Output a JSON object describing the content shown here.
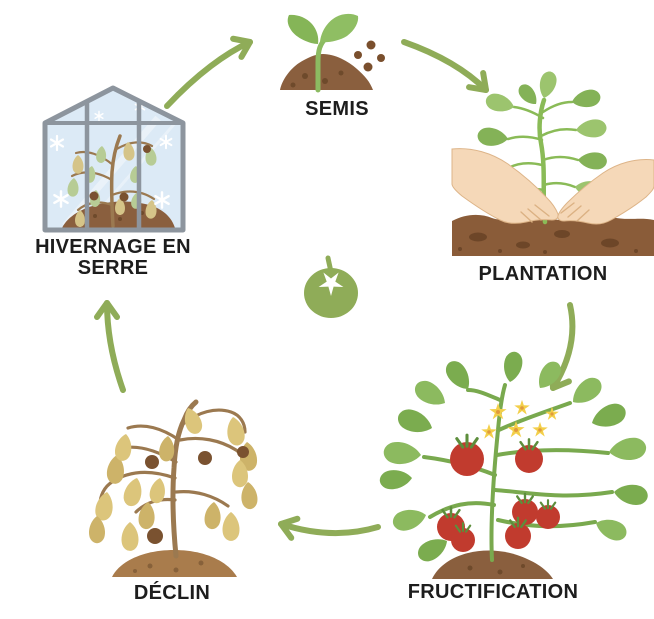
{
  "cycle": {
    "type": "circular-lifecycle-diagram",
    "center_icon": {
      "name": "tomato-icon",
      "color": "#8fac58"
    },
    "stages": [
      {
        "id": "semis",
        "label": "SEMIS",
        "icon": "seedling-sprout-icon"
      },
      {
        "id": "plantation",
        "label": "PLANTATION",
        "icon": "hands-planting-icon"
      },
      {
        "id": "fructification",
        "label": "FRUCTIFICATION",
        "icon": "tomato-plant-fruiting-icon"
      },
      {
        "id": "declin",
        "label": "DÉCLIN",
        "icon": "withered-plant-icon"
      },
      {
        "id": "hivernage",
        "label": "HIVERNAGE EN SERRE",
        "icon": "greenhouse-winter-icon"
      }
    ],
    "arrows": [
      {
        "from": "semis",
        "to": "plantation"
      },
      {
        "from": "plantation",
        "to": "fructification"
      },
      {
        "from": "fructification",
        "to": "declin"
      },
      {
        "from": "declin",
        "to": "hivernage"
      },
      {
        "from": "hivernage",
        "to": "semis"
      }
    ],
    "colors": {
      "arrow_green": "#8fac58",
      "label_text": "#1d1d1d",
      "leaf_green": "#8cba5f",
      "leaf_green_dark": "#7bac4f",
      "soil_brown": "#8a5c39",
      "soil_spot": "#6d4628",
      "tomato_red": "#c13b2e",
      "flower_yellow": "#f3cf4a",
      "withered_leaf_tan": "#dcc57b",
      "withered_branch": "#9b7950",
      "dried_fruit": "#7a5230",
      "skin_tone": "#f5d8b8",
      "greenhouse_glass": "#dceaf6",
      "greenhouse_frame": "#8d959e",
      "snowflake": "#ffffff",
      "background": "#ffffff"
    }
  }
}
